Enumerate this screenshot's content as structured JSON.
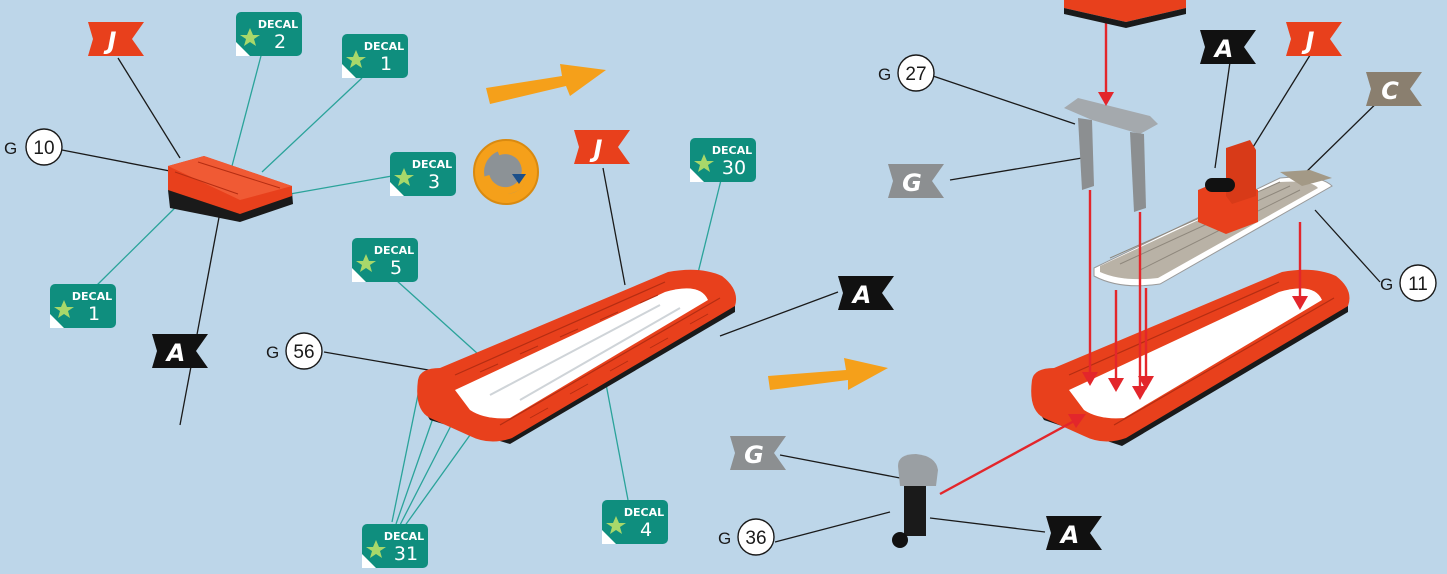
{
  "parts": {
    "lifeboat_cover": {
      "group": "G",
      "number": "10"
    },
    "dinghy_hull": {
      "group": "G",
      "number": "56"
    },
    "roll_bar": {
      "group": "G",
      "number": "27"
    },
    "deck": {
      "group": "G",
      "number": "11"
    },
    "outboard_motor": {
      "group": "G",
      "number": "36"
    }
  },
  "decal_word": "DECAL",
  "decals": {
    "d2": "2",
    "d1a": "1",
    "d3": "3",
    "d1b": "1",
    "d5": "5",
    "d30": "30",
    "d4": "4",
    "d31": "31"
  },
  "flags": {
    "j": "J",
    "a": "A",
    "c": "C",
    "g": "G"
  },
  "colors": {
    "background": "#bdd6e9",
    "hull_red": "#e8401c",
    "decal_teal": "#0f8e7e",
    "flag_black": "#111111",
    "flag_gray": "#8c8f91",
    "flag_tan": "#8a7f6f",
    "arrow_orange": "#f5a01a",
    "arrow_red": "#e3262b",
    "callout_teal": "#2aa39a"
  },
  "icons": [
    "rotate-icon",
    "step-arrow-icon",
    "star-icon"
  ]
}
